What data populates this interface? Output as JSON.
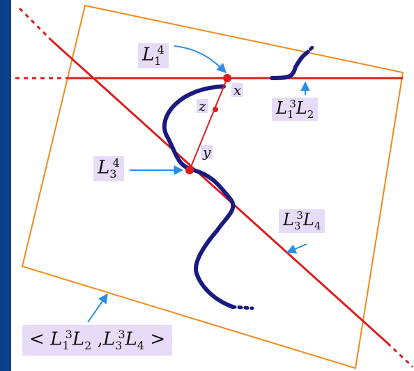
{
  "labels": {
    "L1_4": {
      "base": "L",
      "sub": "1",
      "sup": "4"
    },
    "L3_4": {
      "base": "L",
      "sub": "3",
      "sup": "4"
    },
    "L1_3_L2": {
      "a": "L",
      "a_sub": "1",
      "a_sup": "3",
      "b": "L",
      "b_sub": "2"
    },
    "L3_3_L4": {
      "a": "L",
      "a_sub": "3",
      "a_sup": "3",
      "b": "L",
      "b_sub": "4"
    },
    "span": {
      "open": "<",
      "a": "L",
      "a_sub": "1",
      "a_sup": "3",
      "b": "L",
      "b_sub": "2",
      "sep": ",",
      "c": "L",
      "c_sub": "3",
      "c_sup": "3",
      "d": "L",
      "d_sub": "4",
      "close": ">"
    }
  },
  "points": {
    "x": "x",
    "y": "y",
    "z": "z"
  },
  "colors": {
    "background_gradient_left": "#0b3f8a",
    "background_gradient_right": "#1a67c9",
    "frame": "#f08a1c",
    "line": "#d81f1f",
    "curve": "#1a1a80",
    "arrow": "#2a8fe0",
    "label_bg": "#e6dcf7"
  }
}
